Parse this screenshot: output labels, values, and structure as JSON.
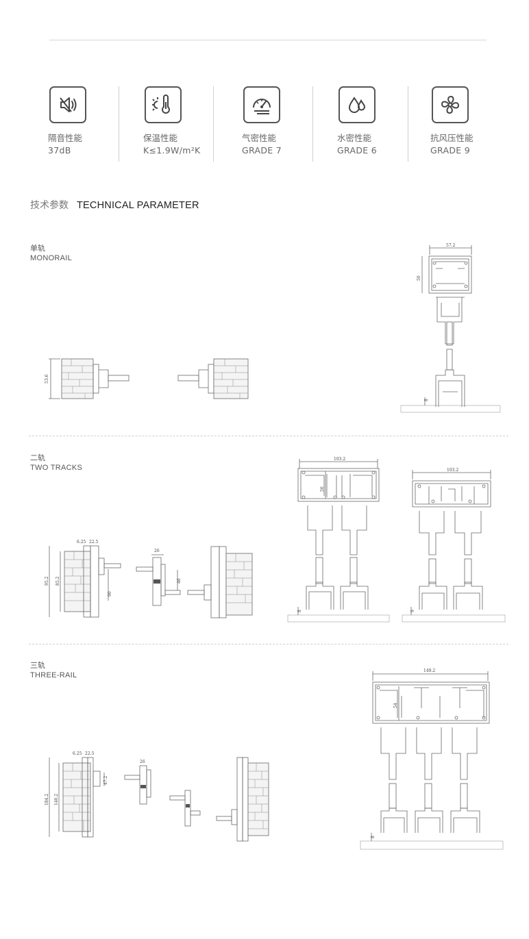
{
  "features": [
    {
      "label": "隔音性能",
      "value": "37dB",
      "icon": "speaker-muted-icon"
    },
    {
      "label": "保温性能",
      "value": "K≤1.9W/m²K",
      "icon": "thermometer-sun-icon"
    },
    {
      "label": "气密性能",
      "value": "GRADE 7",
      "icon": "gauge-icon"
    },
    {
      "label": "水密性能",
      "value": "GRADE 6",
      "icon": "water-drops-icon"
    },
    {
      "label": "抗风压性能",
      "value": "GRADE 9",
      "icon": "fan-wind-icon"
    }
  ],
  "tech": {
    "cn": "技术参数",
    "en": "TECHNICAL PARAMETER"
  },
  "sections": [
    {
      "cn": "单轨",
      "en": "MONORAIL"
    },
    {
      "cn": "二轨",
      "en": "TWO TRACKS"
    },
    {
      "cn": "三轨",
      "en": "THREE-RAIL"
    }
  ],
  "dims": {
    "mono_width": "57.2",
    "mono_height": "50",
    "mono_side": "53.6",
    "mono_bottom": "8",
    "two_width_a": "103.2",
    "two_width_b": "103.2",
    "two_height": "50",
    "two_bottom_a": "8",
    "two_bottom_b": "9",
    "two_p1": "6.25",
    "two_p2": "22.5",
    "two_p3": "26",
    "two_side_a": "95.2",
    "two_side_b": "85.2",
    "two_side_c": "90",
    "two_mid": "46",
    "three_width": "149.2",
    "three_height": "54",
    "three_bottom": "8",
    "three_p1": "6.25",
    "three_p2": "22.5",
    "three_p3": "26",
    "three_side_a": "184.2",
    "three_side_b": "140.2",
    "three_mid": "47.2"
  }
}
